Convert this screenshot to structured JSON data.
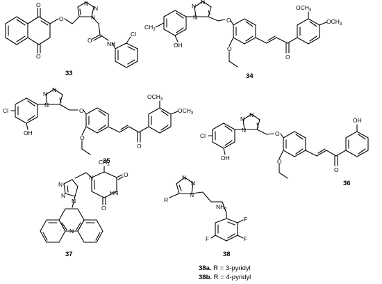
{
  "compounds": [
    {
      "id": "33"
    },
    {
      "id": "34"
    },
    {
      "id": "35"
    },
    {
      "id": "36"
    },
    {
      "id": "37"
    },
    {
      "id": "38"
    }
  ],
  "atoms": {
    "O": "O",
    "N": "N",
    "NH": "NH",
    "Cl": "Cl",
    "OH": "OH",
    "OCH3": "OCH",
    "sub3": "3",
    "CH3": "CH",
    "NH2": "NH",
    "sub2": "2",
    "F": "F",
    "R": "R",
    "HN": "HN"
  },
  "captions": {
    "a_label": "38a.",
    "a_text": " R = 3-pyridyl",
    "b_label": "38b.",
    "b_text": " R = 4-pyridyl"
  }
}
